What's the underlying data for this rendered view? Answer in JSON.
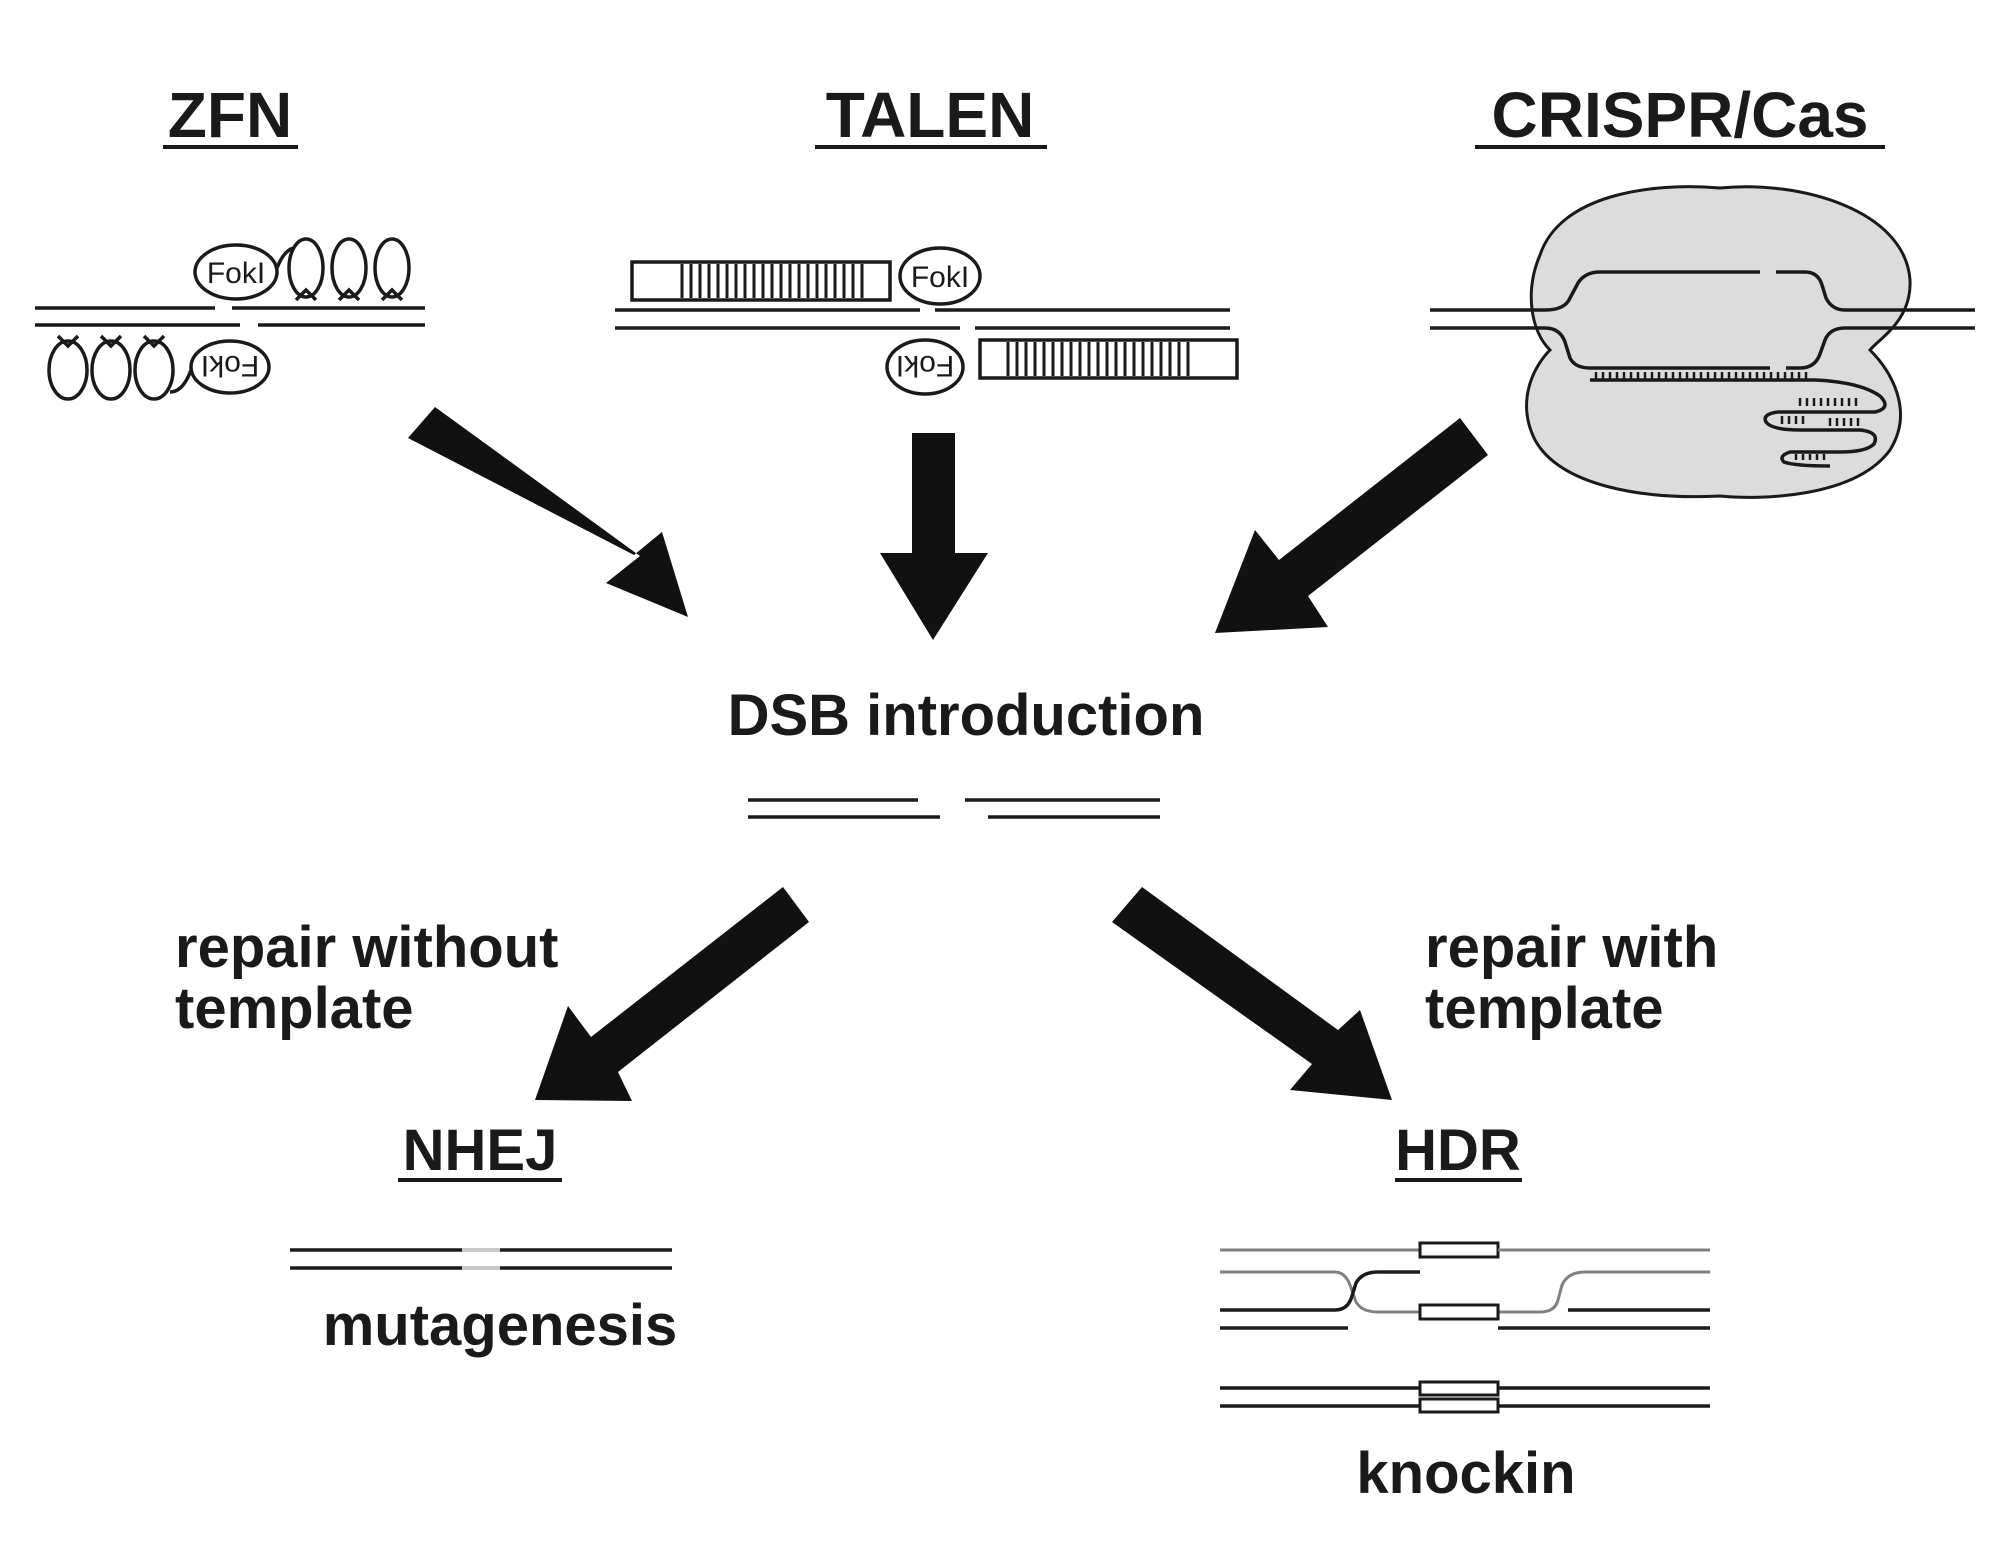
{
  "methods": {
    "zfn": "ZFN",
    "talen": "TALEN",
    "crispr": "CRISPR/Cas"
  },
  "nuclease_label": "FokI",
  "dsb": {
    "title": "DSB introduction"
  },
  "pathways": {
    "nhej": {
      "condition_line1": "repair without",
      "condition_line2": "template",
      "title": "NHEJ",
      "outcome": "mutagenesis"
    },
    "hdr": {
      "condition_line1": "repair with",
      "condition_line2": "template",
      "title": "HDR",
      "outcome": "knockin"
    }
  },
  "colors": {
    "ink": "#1a1a1a",
    "arrow": "#111111",
    "cas_body": "#dcdcdc",
    "template_strand": "#808080",
    "repair_patch": "#c8c8c8"
  }
}
